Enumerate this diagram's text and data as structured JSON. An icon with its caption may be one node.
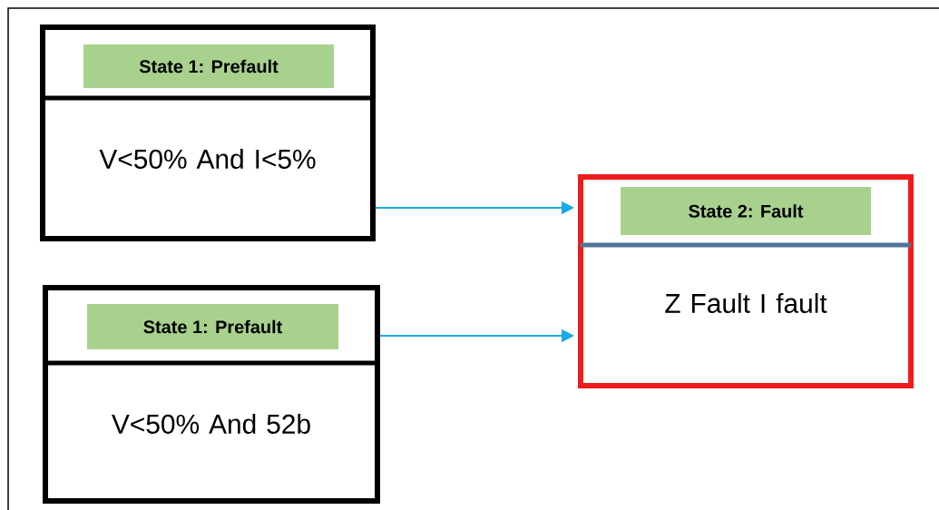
{
  "diagram": {
    "nodes": [
      {
        "text": [
          "State 1: Prefault",
          "V<50% And I<5%"
        ]
      },
      {
        "text": [
          "State 1: Prefault",
          "V<50% And 52b"
        ]
      },
      {
        "text": [
          "State 2: Fault",
          "Z Fault I fault"
        ]
      }
    ],
    "edges": [
      {
        "from": 0,
        "to": 2,
        "arrow": "to"
      },
      {
        "from": 1,
        "to": 2,
        "arrow": "to"
      }
    ]
  }
}
